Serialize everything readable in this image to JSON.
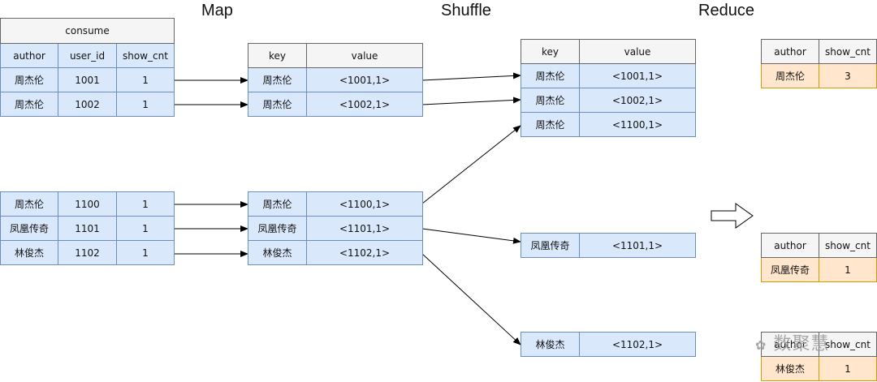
{
  "phases": {
    "map": "Map",
    "shuffle": "Shuffle",
    "reduce": "Reduce"
  },
  "consume": {
    "title": "consume",
    "headers": [
      "author",
      "user_id",
      "show_cnt"
    ],
    "group1": [
      [
        "周杰伦",
        "1001",
        "1"
      ],
      [
        "周杰伦",
        "1002",
        "1"
      ]
    ],
    "group2": [
      [
        "周杰伦",
        "1100",
        "1"
      ],
      [
        "凤凰传奇",
        "1101",
        "1"
      ],
      [
        "林俊杰",
        "1102",
        "1"
      ]
    ]
  },
  "map": {
    "headers": [
      "key",
      "value"
    ],
    "group1": [
      [
        "周杰伦",
        "<1001,1>"
      ],
      [
        "周杰伦",
        "<1002,1>"
      ]
    ],
    "group2": [
      [
        "周杰伦",
        "<1100,1>"
      ],
      [
        "凤凰传奇",
        "<1101,1>"
      ],
      [
        "林俊杰",
        "<1102,1>"
      ]
    ]
  },
  "shuffle": {
    "headers": [
      "key",
      "value"
    ],
    "group1": [
      [
        "周杰伦",
        "<1001,1>"
      ],
      [
        "周杰伦",
        "<1002,1>"
      ],
      [
        "周杰伦",
        "<1100,1>"
      ]
    ],
    "group2": [
      [
        "凤凰传奇",
        "<1101,1>"
      ]
    ],
    "group3": [
      [
        "林俊杰",
        "<1102,1>"
      ]
    ]
  },
  "reduce": {
    "headers": [
      "author",
      "show_cnt"
    ],
    "result1": [
      "周杰伦",
      "3"
    ],
    "result2": [
      "凤凰传奇",
      "1"
    ],
    "result3": [
      "林俊杰",
      "1"
    ]
  },
  "watermark": "数聚慧"
}
